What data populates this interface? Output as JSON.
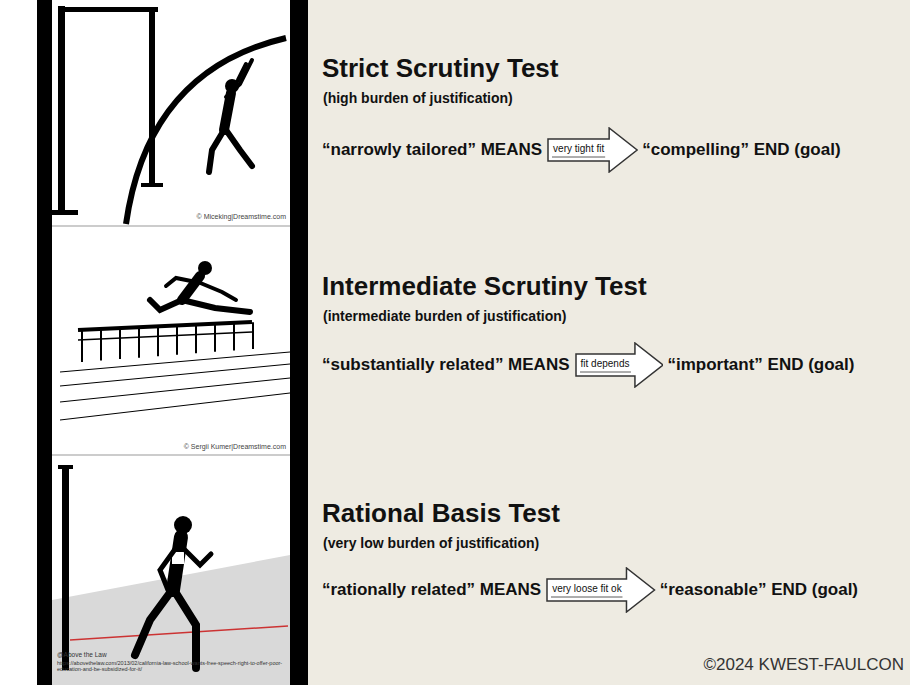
{
  "diagram": {
    "nodes": [
      {
        "text": [
          "very tight fit"
        ]
      },
      {
        "text": [
          "fit depends"
        ]
      },
      {
        "text": [
          "very loose fit ok"
        ]
      }
    ],
    "labels": [
      "Strict Scrutiny Test",
      "(high burden of justification)",
      "“narrowly tailored” MEANS",
      "“compelling” END (goal)",
      "Intermediate Scrutiny Test",
      "(intermediate burden of justification)",
      "“substantially related” MEANS",
      "“important” END (goal)",
      "Rational Basis Test",
      "(very low burden of justification)",
      "“rationally related” MEANS",
      "“reasonable” END (goal)",
      "© Miceking|Dreamstime.com",
      "© Sergii Kumer|Dreamstime.com",
      "@Above the Law",
      "https://abovethelaw.com/2013/02/california-law-school-wants-free-speech-right-to-offer-poor-education-and-be-subsidized-for-it/",
      "©2024 KWEST-FAULCON"
    ]
  }
}
